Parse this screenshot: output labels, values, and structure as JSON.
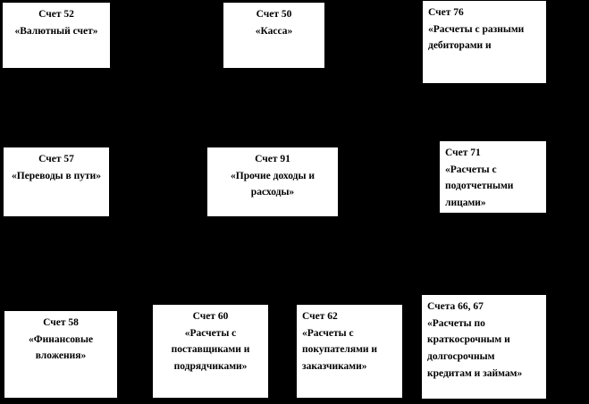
{
  "diagram": {
    "background_color": "#000000",
    "box_fill_color": "#ffffff",
    "box_text_color": "#000000",
    "boxes": [
      {
        "id": "account-52",
        "number_label": "Счет 52",
        "name_label": "«Валютный счет»",
        "align": "center"
      },
      {
        "id": "account-50",
        "number_label": "Счет 50",
        "name_label": "«Касса»",
        "align": "center"
      },
      {
        "id": "account-76",
        "number_label": "Счет 76",
        "name_label": "«Расчеты с разными дебиторами и",
        "align": "left"
      },
      {
        "id": "account-57",
        "number_label": "Счет 57",
        "name_label": "«Переводы в пути»",
        "align": "center"
      },
      {
        "id": "account-91",
        "number_label": "Счет 91",
        "name_label": "«Прочие доходы и расходы»",
        "align": "center"
      },
      {
        "id": "account-71",
        "number_label": "Счет 71",
        "name_label": "«Расчеты с подотчетными лицами»",
        "align": "left"
      },
      {
        "id": "account-58",
        "number_label": "Счет 58",
        "name_label": "«Финансовые вложения»",
        "align": "center"
      },
      {
        "id": "account-60",
        "number_label": "Счет 60",
        "name_label": "«Расчеты с поставщиками и подрядчиками»",
        "align": "center"
      },
      {
        "id": "account-62",
        "number_label": "Счет 62",
        "name_label": "«Расчеты с покупателями и заказчиками»",
        "align": "left"
      },
      {
        "id": "account-66-67",
        "number_label": "Счета 66, 67",
        "name_label": "«Расчеты по краткосрочным и долгосрочным кредитам и займам»",
        "align": "left"
      }
    ]
  }
}
